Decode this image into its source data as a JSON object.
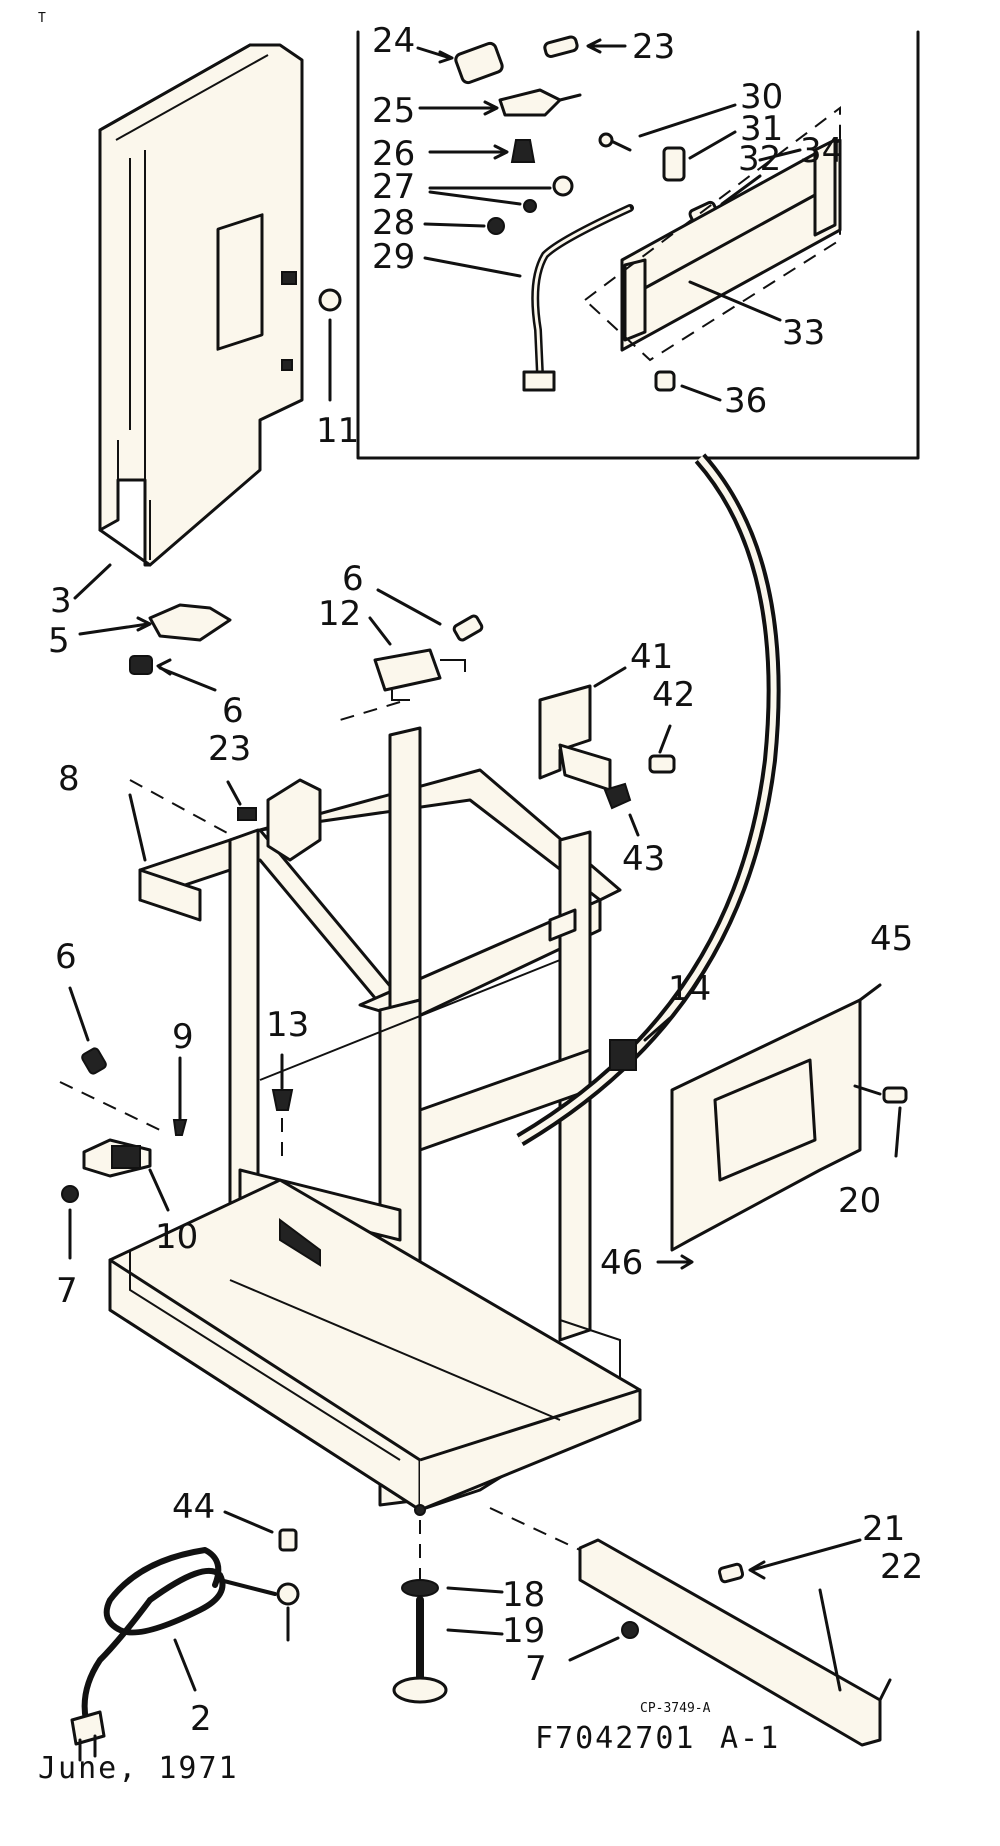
{
  "diagram": {
    "part_labels": {
      "p24": "24",
      "p23_inset": "23",
      "p25": "25",
      "p30": "30",
      "p31": "31",
      "p26": "26",
      "p32": "32",
      "p34": "34",
      "p27": "27",
      "p28": "28",
      "p29": "29",
      "p33": "33",
      "p36": "36",
      "p11": "11",
      "p3": "3",
      "p5": "5",
      "p6_top": "6",
      "p12": "12",
      "p6_mid": "6",
      "p41": "41",
      "p42": "42",
      "p23": "23",
      "p8": "8",
      "p43": "43",
      "p45": "45",
      "p6_left": "6",
      "p14": "14",
      "p9": "9",
      "p13": "13",
      "p20": "20",
      "p10": "10",
      "p7_left": "7",
      "p46": "46",
      "p44": "44",
      "p21": "21",
      "p18": "18",
      "p22": "22",
      "p19": "19",
      "p2": "2",
      "p7_right": "7"
    },
    "drawing_code": "CP-3749-A",
    "date": "June, 1971",
    "part_number": "F7042701",
    "sheet": "A-1",
    "corner_mark": "T"
  }
}
